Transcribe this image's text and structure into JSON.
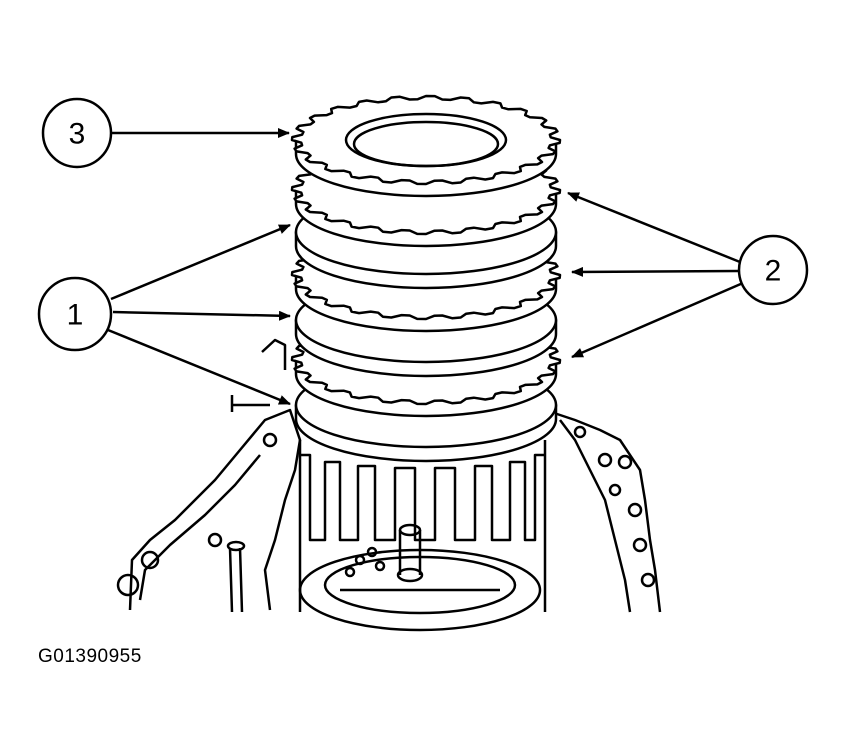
{
  "figure": {
    "callouts": [
      {
        "id": "callout-3",
        "label": "3"
      },
      {
        "id": "callout-1",
        "label": "1"
      },
      {
        "id": "callout-2",
        "label": "2"
      }
    ],
    "figure_id": "G01390955"
  }
}
